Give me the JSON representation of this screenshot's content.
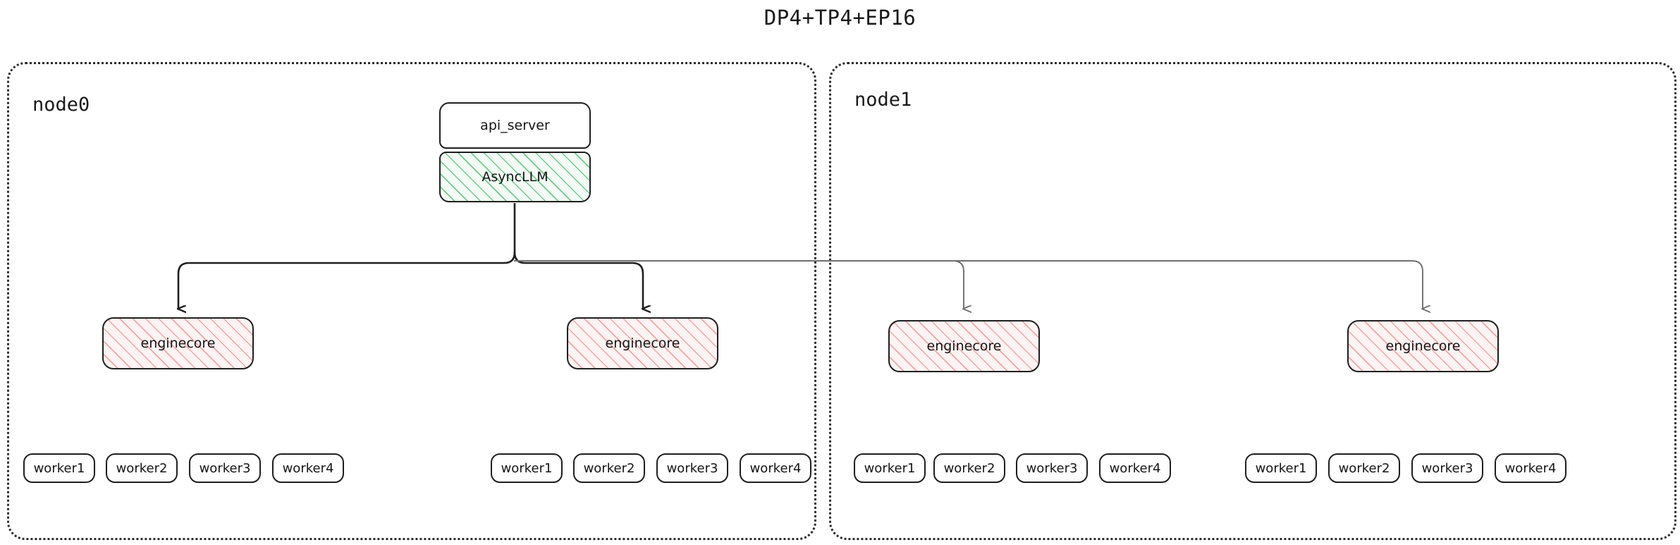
{
  "title": "DP4+TP4+EP16",
  "colors": {
    "stroke": "#1f1f1f",
    "node_border": "#2b2b2b",
    "async_hatch": "#5dbf7f",
    "async_fill": "#f2fbf4",
    "engine_hatch": "#e89191",
    "engine_fill": "#fdf3f3",
    "cross_node_wire": "#6f6f6f",
    "background": "#ffffff"
  },
  "nodes": [
    {
      "label": "node0",
      "api_server": "api_server",
      "async_llm": "AsyncLLM",
      "enginecores": [
        {
          "label": "enginecore",
          "workers": [
            "worker1",
            "worker2",
            "worker3",
            "worker4"
          ]
        },
        {
          "label": "enginecore",
          "workers": [
            "worker1",
            "worker2",
            "worker3",
            "worker4"
          ]
        }
      ]
    },
    {
      "label": "node1",
      "enginecores": [
        {
          "label": "enginecore",
          "workers": [
            "worker1",
            "worker2",
            "worker3",
            "worker4"
          ]
        },
        {
          "label": "enginecore",
          "workers": [
            "worker1",
            "worker2",
            "worker3",
            "worker4"
          ]
        }
      ]
    }
  ]
}
